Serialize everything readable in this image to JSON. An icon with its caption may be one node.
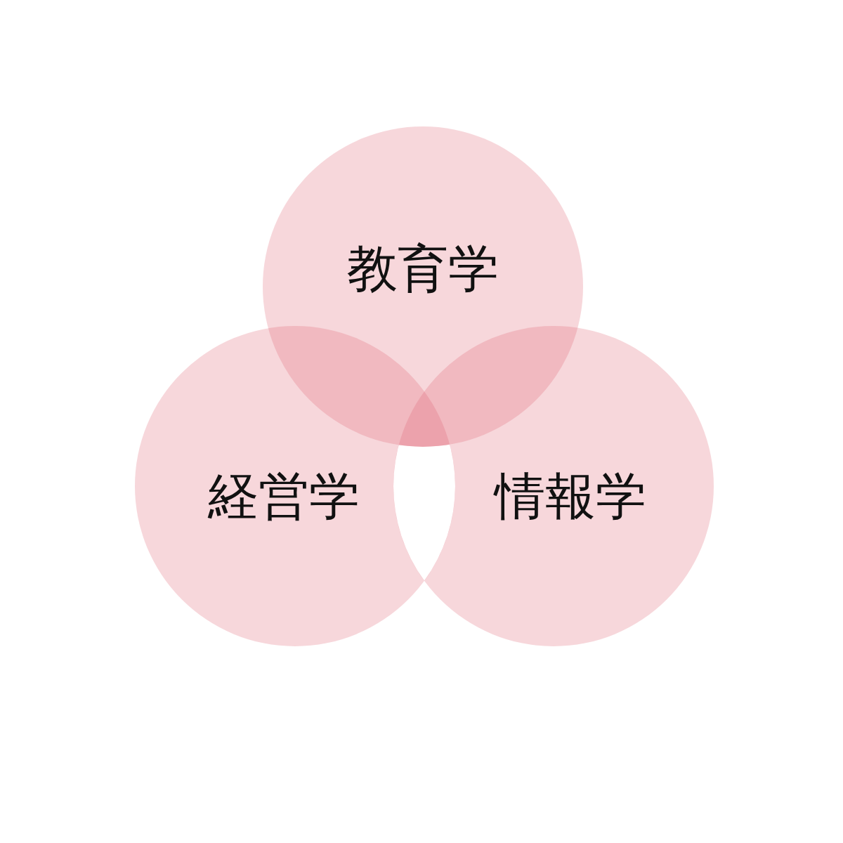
{
  "diagram": {
    "nodes": [
      {
        "text": [
          "教育学"
        ]
      },
      {
        "text": [
          "経営学"
        ]
      },
      {
        "text": [
          "情報学"
        ]
      }
    ]
  }
}
